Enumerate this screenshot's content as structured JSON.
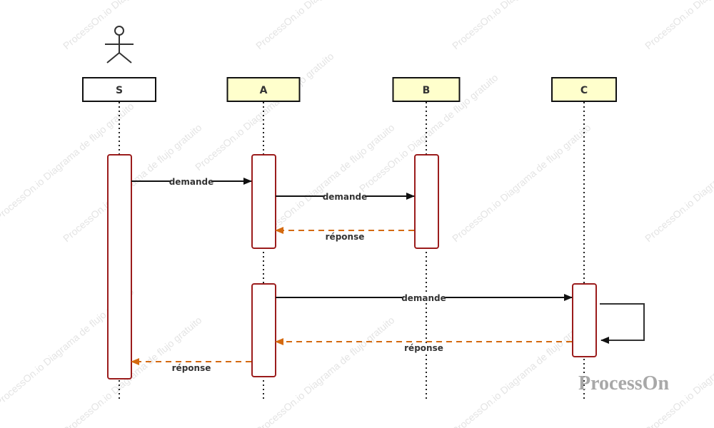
{
  "participants": [
    {
      "id": "S",
      "label": "S",
      "actor": true,
      "fill": "#ffffff"
    },
    {
      "id": "A",
      "label": "A",
      "actor": false,
      "fill": "#ffffcc"
    },
    {
      "id": "B",
      "label": "B",
      "actor": false,
      "fill": "#ffffcc"
    },
    {
      "id": "C",
      "label": "C",
      "actor": false,
      "fill": "#ffffcc"
    }
  ],
  "messages": [
    {
      "from": "S",
      "to": "A",
      "label": "demande",
      "type": "call"
    },
    {
      "from": "A",
      "to": "B",
      "label": "demande",
      "type": "call"
    },
    {
      "from": "B",
      "to": "A",
      "label": "réponse",
      "type": "return"
    },
    {
      "from": "A",
      "to": "C",
      "label": "demande",
      "type": "call"
    },
    {
      "from": "C",
      "to": "C",
      "label": "",
      "type": "self"
    },
    {
      "from": "C",
      "to": "A",
      "label": "réponse",
      "type": "return"
    },
    {
      "from": "A",
      "to": "S",
      "label": "réponse",
      "type": "return"
    }
  ],
  "colors": {
    "call": "#111111",
    "return": "#d46a10",
    "activation": "#9b1c1c",
    "lifeline": "#222222"
  },
  "watermark": {
    "text": "ProcessOn.io Diagrama de flujo gratuito",
    "brand": "ProcessOn"
  }
}
